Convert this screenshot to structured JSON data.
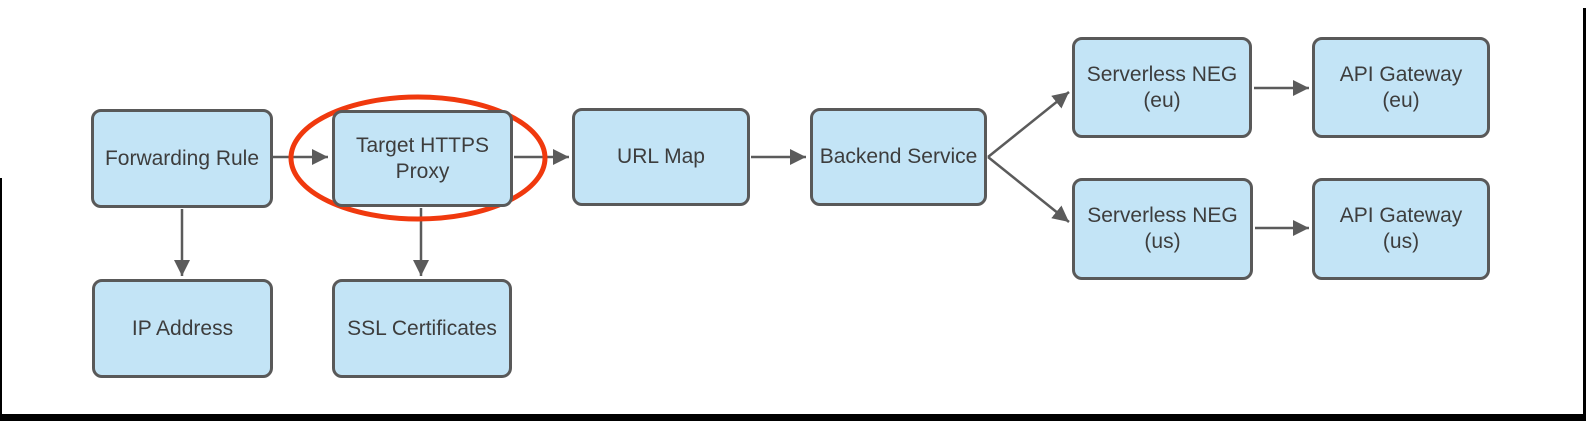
{
  "diagram": {
    "nodes": {
      "forwarding_rule": {
        "label": "Forwarding Rule"
      },
      "target_https_proxy": {
        "line1": "Target HTTPS",
        "line2": "Proxy"
      },
      "url_map": {
        "label": "URL Map"
      },
      "backend_service": {
        "label": "Backend Service"
      },
      "serverless_neg_eu": {
        "line1": "Serverless NEG",
        "line2": "(eu)"
      },
      "api_gateway_eu": {
        "line1": "API Gateway",
        "line2": "(eu)"
      },
      "serverless_neg_us": {
        "line1": "Serverless NEG",
        "line2": "(us)"
      },
      "api_gateway_us": {
        "line1": "API Gateway",
        "line2": "(us)"
      },
      "ip_address": {
        "label": "IP Address"
      },
      "ssl_certificates": {
        "label": "SSL Certificates"
      }
    },
    "edges": [
      {
        "from": "forwarding_rule",
        "to": "target_https_proxy"
      },
      {
        "from": "target_https_proxy",
        "to": "url_map"
      },
      {
        "from": "url_map",
        "to": "backend_service"
      },
      {
        "from": "backend_service",
        "to": "serverless_neg_eu"
      },
      {
        "from": "backend_service",
        "to": "serverless_neg_us"
      },
      {
        "from": "serverless_neg_eu",
        "to": "api_gateway_eu"
      },
      {
        "from": "serverless_neg_us",
        "to": "api_gateway_us"
      },
      {
        "from": "forwarding_rule",
        "to": "ip_address"
      },
      {
        "from": "target_https_proxy",
        "to": "ssl_certificates"
      }
    ],
    "highlight": {
      "shape": "ellipse",
      "around": "target_https_proxy",
      "color": "#f0390e"
    },
    "colors": {
      "node_fill": "#c3e4f6",
      "node_border": "#595959",
      "arrow": "#5b5b5b",
      "highlight": "#f0390e",
      "text": "#3d3d3d",
      "background": "#ffffff",
      "frame": "#000000"
    }
  }
}
